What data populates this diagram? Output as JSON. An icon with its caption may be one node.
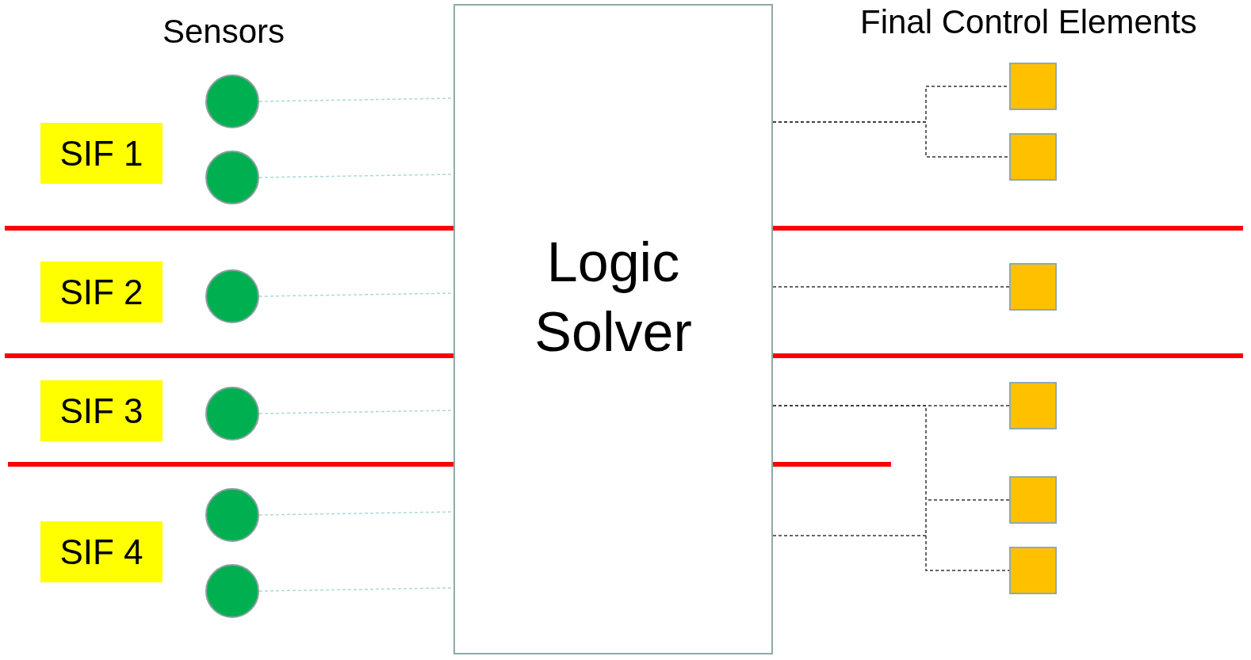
{
  "diagram": {
    "nodes": [
      {
        "text": [
          "SIF 1"
        ]
      },
      {
        "text": [
          "SIF 2"
        ]
      },
      {
        "text": [
          "SIF 3"
        ]
      },
      {
        "text": [
          "SIF 4"
        ]
      },
      {
        "text": [],
        "shape": "circle"
      },
      {
        "text": [],
        "shape": "circle"
      },
      {
        "text": [],
        "shape": "circle"
      },
      {
        "text": [],
        "shape": "circle"
      },
      {
        "text": [],
        "shape": "circle"
      },
      {
        "text": [],
        "shape": "circle"
      },
      {
        "text": [
          "Logic Solver"
        ]
      },
      {
        "text": [],
        "shape": "box"
      },
      {
        "text": [],
        "shape": "box"
      },
      {
        "text": [],
        "shape": "box"
      },
      {
        "text": [],
        "shape": "box"
      },
      {
        "text": [],
        "shape": "box"
      },
      {
        "text": [],
        "shape": "box"
      }
    ],
    "edges": [
      {
        "from": 4,
        "to": 10,
        "arrow": "none",
        "style": "dashed",
        "color": "#a9d9dc"
      },
      {
        "from": 5,
        "to": 10,
        "arrow": "none",
        "style": "dashed",
        "color": "#a9d9dc"
      },
      {
        "from": 6,
        "to": 10,
        "arrow": "none",
        "style": "dashed",
        "color": "#a9d9dc"
      },
      {
        "from": 7,
        "to": 10,
        "arrow": "none",
        "style": "dashed",
        "color": "#a9d9dc"
      },
      {
        "from": 8,
        "to": 10,
        "arrow": "none",
        "style": "dashed",
        "color": "#a9d9dc"
      },
      {
        "from": 9,
        "to": 10,
        "arrow": "none",
        "style": "dashed",
        "color": "#a9d9dc"
      },
      {
        "from": 10,
        "to": 11,
        "arrow": "none",
        "style": "dashed",
        "color": "#333333"
      },
      {
        "from": 10,
        "to": 12,
        "arrow": "none",
        "style": "dashed",
        "color": "#333333"
      },
      {
        "from": 10,
        "to": 13,
        "arrow": "none",
        "style": "dashed",
        "color": "#333333"
      },
      {
        "from": 10,
        "to": 14,
        "arrow": "none",
        "style": "dashed",
        "color": "#333333"
      },
      {
        "from": 10,
        "to": 15,
        "arrow": "none",
        "style": "dashed",
        "color": "#333333"
      },
      {
        "from": 10,
        "to": 16,
        "arrow": "none",
        "style": "dashed",
        "color": "#333333"
      }
    ],
    "labels": [
      "Sensors",
      "Final Control Elements"
    ]
  }
}
